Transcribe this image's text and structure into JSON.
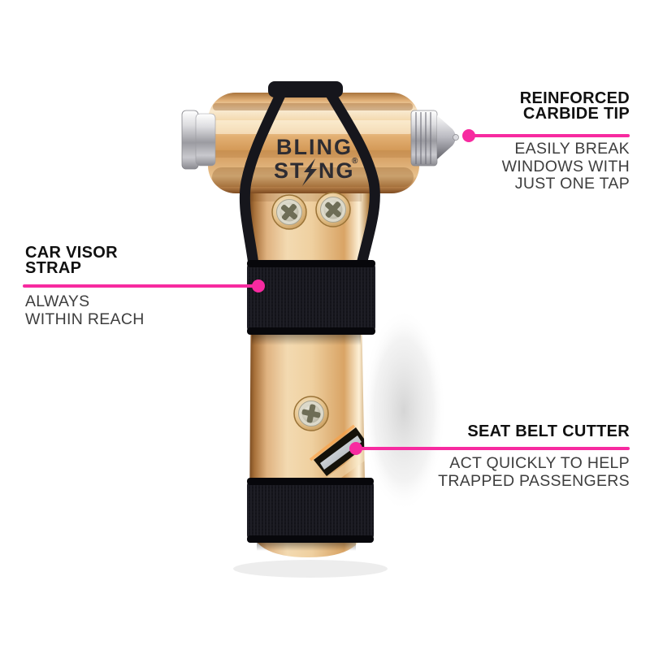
{
  "colors": {
    "background": "#ffffff",
    "accent_pink": "#f72aa0",
    "heading_text": "#101010",
    "body_text": "#3e3e3e",
    "strap_black": "#16161c",
    "gold_light": "#f6ddb3",
    "gold_dark": "#7c4a21",
    "chrome_silver": "#d6d6d6",
    "logo_ink": "#2d2c32"
  },
  "product_logo": {
    "line1": "BLING",
    "line2_start": "ST",
    "line2_end": "NG",
    "registered_mark": "®",
    "bolt": "lightning-bolt-icon"
  },
  "callouts": {
    "carbide_tip": {
      "title": "REINFORCED\nCARBIDE TIP",
      "description": "EASILY BREAK\nWINDOWS WITH\nJUST ONE TAP"
    },
    "visor_strap": {
      "title": "CAR VISOR\nSTRAP",
      "description": "ALWAYS\nWITHIN REACH"
    },
    "seat_belt_cutter": {
      "title": "SEAT BELT CUTTER",
      "description": "ACT QUICKLY TO HELP\nTRAPPED PASSENGERS"
    }
  }
}
